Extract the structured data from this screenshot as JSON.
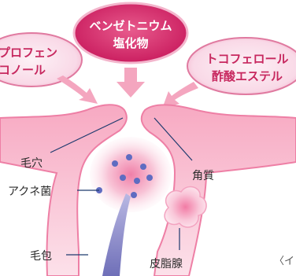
{
  "ingredients": {
    "left": {
      "lines": [
        "プロフェン",
        "コノール"
      ]
    },
    "center": {
      "lines": [
        "ベンゼトニウム",
        "塩化物"
      ]
    },
    "right": {
      "lines": [
        "トコフェロール",
        "酢酸エステル"
      ]
    }
  },
  "labels": {
    "pore": "毛穴",
    "acne_bacteria": "アクネ菌",
    "horny_layer": "角質",
    "hair_follicle": "毛包",
    "sebaceous_gland": "皮脂腺"
  },
  "caption": "〈イ",
  "colors": {
    "bubble_magenta": "#d92c6e",
    "bubble_light": "#f7d8e6",
    "skin_pink": "#f59bb8",
    "arrow_pink": "#f4a6bf",
    "bacteria_dot": "#5f6cc1",
    "hair": "#7e7fc0",
    "text": "#2b2b2b"
  }
}
